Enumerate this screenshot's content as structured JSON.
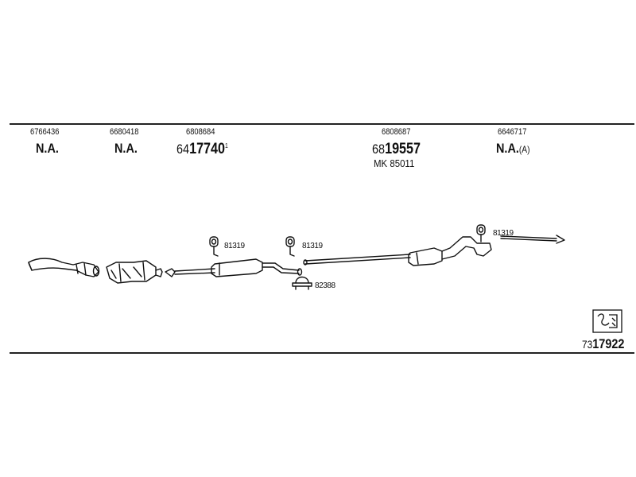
{
  "columns": [
    {
      "ref": "6766436",
      "value": "N.A."
    },
    {
      "ref": "6680418",
      "value": "N.A."
    },
    {
      "ref": "6808684",
      "prefix": "64",
      "main": "17740",
      "sup": "1"
    },
    {
      "ref": "6808687",
      "prefix": "68",
      "main": "19557",
      "kit": "MK 85011"
    },
    {
      "ref": "6646717",
      "value": "N.A.",
      "suffix": "(A)"
    }
  ],
  "parts": {
    "hanger_1": "81319",
    "hanger_2": "81319",
    "clamp": "82388",
    "hanger_3": "81319"
  },
  "footer": {
    "prefix": "73",
    "number": "17922"
  }
}
